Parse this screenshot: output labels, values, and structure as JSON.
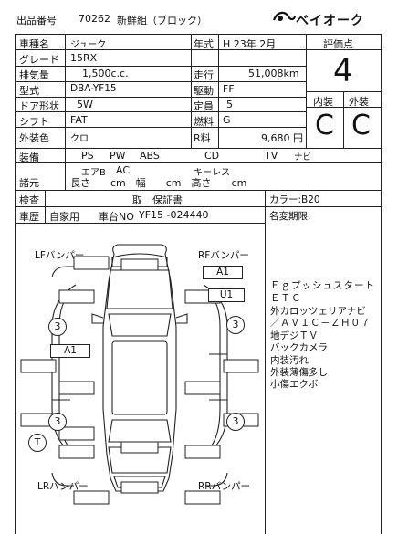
{
  "header": {
    "lot_label": "出品番号",
    "lot_number": "70262",
    "lot_type": "新鮮組（ブロック）",
    "brand_logo": "ベイオーク",
    "brand_icon": "wave-logo-icon"
  },
  "specs": {
    "model_label": "車種名",
    "model_value": "ジューク",
    "grade_label": "グレード",
    "grade_value": "15RX",
    "displacement_label": "排気量",
    "displacement_value": "1,500c.c.",
    "type_label": "型式",
    "type_value": "DBA-YF15",
    "doors_label": "ドア形状",
    "doors_value": "5W",
    "shift_label": "シフト",
    "shift_value": "FAT",
    "color_label": "外装色",
    "color_value": "クロ",
    "year_label": "年式",
    "year_value": "H 23年 2月",
    "mileage_label": "走行",
    "mileage_value": "51,008km",
    "drive_label": "駆動",
    "drive_value": "FF",
    "seats_label": "定員",
    "seats_value": "5",
    "fuel_label": "燃料",
    "fuel_value": "G",
    "recycle_label": "R料",
    "recycle_value": "9,680 円"
  },
  "scores": {
    "score_label": "評価点",
    "score_value": "4",
    "interior_label": "内装",
    "interior_value": "C",
    "exterior_label": "外装",
    "exterior_value": "C"
  },
  "equipment": {
    "label": "装備",
    "items_row1": [
      "PS",
      "PW",
      "ABS",
      "CD",
      "TV",
      "ナビ"
    ],
    "items_row2": [
      "エアB",
      "AC",
      "キーレス"
    ],
    "dims_label": "諸元",
    "dims_text": "長さ　　cm　幅　　cm　高さ　　cm"
  },
  "inspection": {
    "check_label": "検査",
    "check_value": "取　保証書",
    "history_label": "車歴",
    "history_value": "自家用",
    "chassis_label": "車台NO",
    "chassis_value": "YF15 -024440",
    "color_code": "カラー:B20",
    "name_change": "名変期限:"
  },
  "diagram": {
    "lf_label": "LFバンパー",
    "rf_label": "RFバンパー",
    "lr_label": "LRバンパー",
    "rr_label": "RRバンパー",
    "mark_rf": "A1",
    "mark_u1": "U1",
    "mark_left": "A1",
    "circle_3a": "3",
    "circle_3b": "3",
    "circle_3c": "3",
    "circle_3d": "3",
    "circle_t": "T"
  },
  "notes": [
    "Ｅｇプッシュスタート",
    "ＥＴＣ",
    "外カロッツェリアナビ",
    "／ＡＶＩＣ－ＺＨ０７",
    "地デジＴＶ",
    "バックカメラ",
    "内装汚れ",
    "外装薄傷多し",
    "小傷エクボ"
  ]
}
